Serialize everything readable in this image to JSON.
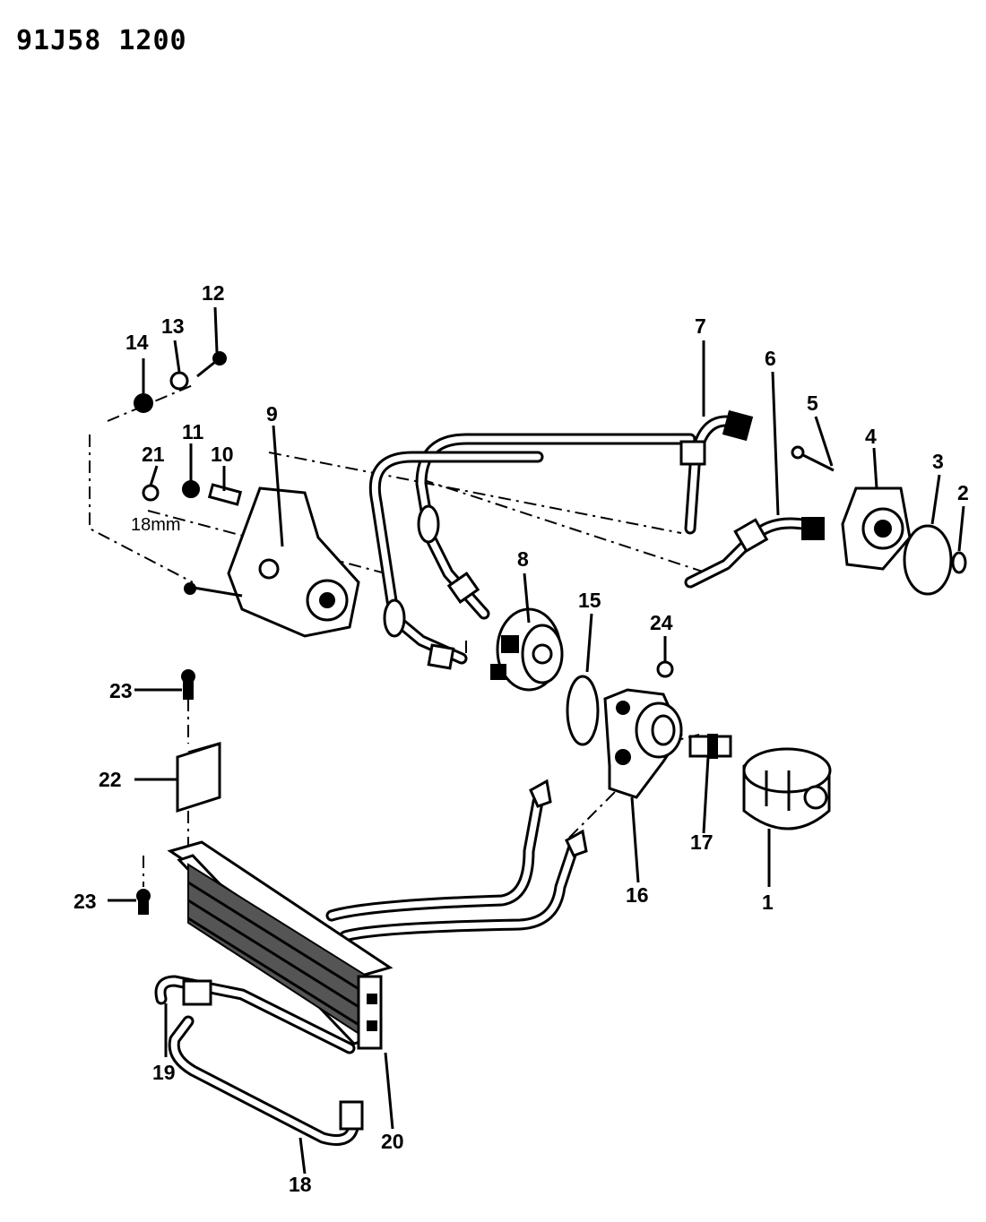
{
  "header": {
    "code": "91J58 1200"
  },
  "callouts": [
    "1",
    "2",
    "3",
    "4",
    "5",
    "6",
    "7",
    "8",
    "9",
    "10",
    "11",
    "12",
    "13",
    "14",
    "15",
    "16",
    "17",
    "18",
    "19",
    "20",
    "21",
    "22",
    "23",
    "23",
    "24"
  ],
  "annotations": {
    "wrench_size": "18mm"
  }
}
